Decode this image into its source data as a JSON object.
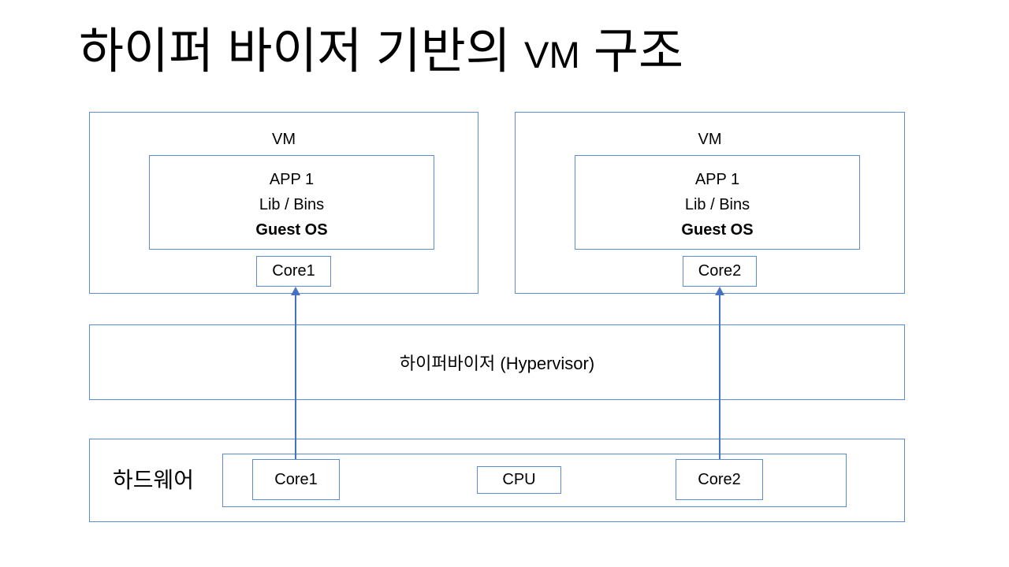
{
  "slide": {
    "title": {
      "pre": "하이퍼 바이저 기반의 ",
      "vm": "VM",
      "post": " 구조"
    }
  },
  "vms": [
    {
      "label": "VM",
      "app": "APP 1",
      "lib": "Lib / Bins",
      "os": "Guest OS",
      "core": "Core1"
    },
    {
      "label": "VM",
      "app": "APP 1",
      "lib": "Lib / Bins",
      "os": "Guest OS",
      "core": "Core2"
    }
  ],
  "hypervisor": {
    "label": "하이퍼바이저 (Hypervisor)"
  },
  "hardware": {
    "label": "하드웨어",
    "chips": [
      {
        "label": "Core1"
      },
      {
        "label": "CPU"
      },
      {
        "label": "Core2"
      }
    ]
  },
  "colors": {
    "box_border": "#5b8bd0",
    "arrow": "#4472c4",
    "background": "#ffffff",
    "text": "#000000"
  }
}
